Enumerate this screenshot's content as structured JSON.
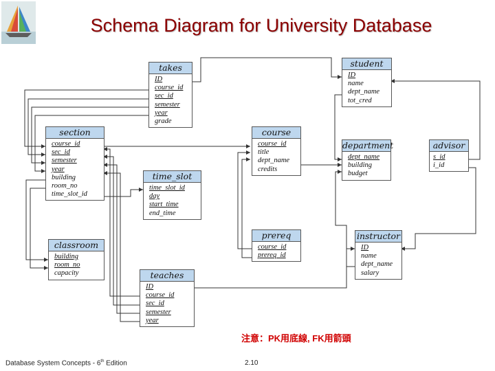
{
  "title": "Schema Diagram for University Database",
  "note": "注意：PK用底線, FK用箭頭",
  "footer": {
    "book": "Database System Concepts - 6",
    "edition_sup": "th",
    "edition_suffix": " Edition",
    "page": "2.10"
  },
  "colors": {
    "title": "#8b0000",
    "header_fill": "#bed7ee",
    "note": "#d00000",
    "lines": "#333333"
  },
  "tables": {
    "takes": {
      "name": "takes",
      "attributes": [
        {
          "name": "ID",
          "pk": true
        },
        {
          "name": "course_id",
          "pk": true
        },
        {
          "name": "sec_id",
          "pk": true
        },
        {
          "name": "semester",
          "pk": true
        },
        {
          "name": "year",
          "pk": true
        },
        {
          "name": "grade",
          "pk": false
        }
      ]
    },
    "student": {
      "name": "student",
      "attributes": [
        {
          "name": "ID",
          "pk": true
        },
        {
          "name": "name",
          "pk": false
        },
        {
          "name": "dept_name",
          "pk": false
        },
        {
          "name": "tot_cred",
          "pk": false
        }
      ]
    },
    "section": {
      "name": "section",
      "attributes": [
        {
          "name": "course_id",
          "pk": true
        },
        {
          "name": "sec_id",
          "pk": true
        },
        {
          "name": "semester",
          "pk": true
        },
        {
          "name": "year",
          "pk": true
        },
        {
          "name": "building",
          "pk": false
        },
        {
          "name": "room_no",
          "pk": false
        },
        {
          "name": "time_slot_id",
          "pk": false
        }
      ]
    },
    "course": {
      "name": "course",
      "attributes": [
        {
          "name": "course_id",
          "pk": true
        },
        {
          "name": "title",
          "pk": false
        },
        {
          "name": "dept_name",
          "pk": false
        },
        {
          "name": "credits",
          "pk": false
        }
      ]
    },
    "department": {
      "name": "department",
      "attributes": [
        {
          "name": "dept_name",
          "pk": true
        },
        {
          "name": "building",
          "pk": false
        },
        {
          "name": "budget",
          "pk": false
        }
      ]
    },
    "advisor": {
      "name": "advisor",
      "attributes": [
        {
          "name": "s_id",
          "pk": true
        },
        {
          "name": "i_id",
          "pk": false
        }
      ]
    },
    "time_slot": {
      "name": "time_slot",
      "attributes": [
        {
          "name": "time_slot_id",
          "pk": true
        },
        {
          "name": "day",
          "pk": true
        },
        {
          "name": "start_time",
          "pk": true
        },
        {
          "name": "end_time",
          "pk": false
        }
      ]
    },
    "classroom": {
      "name": "classroom",
      "attributes": [
        {
          "name": "building",
          "pk": true
        },
        {
          "name": "room_no",
          "pk": true
        },
        {
          "name": "capacity",
          "pk": false
        }
      ]
    },
    "prereq": {
      "name": "prereq",
      "attributes": [
        {
          "name": "course_id",
          "pk": true
        },
        {
          "name": "prereq_id",
          "pk": true
        }
      ]
    },
    "instructor": {
      "name": "instructor",
      "attributes": [
        {
          "name": "ID",
          "pk": true
        },
        {
          "name": "name",
          "pk": false
        },
        {
          "name": "dept_name",
          "pk": false
        },
        {
          "name": "salary",
          "pk": false
        }
      ]
    },
    "teaches": {
      "name": "teaches",
      "attributes": [
        {
          "name": "ID",
          "pk": true
        },
        {
          "name": "course_id",
          "pk": true
        },
        {
          "name": "sec_id",
          "pk": true
        },
        {
          "name": "semester",
          "pk": true
        },
        {
          "name": "year",
          "pk": true
        }
      ]
    }
  }
}
